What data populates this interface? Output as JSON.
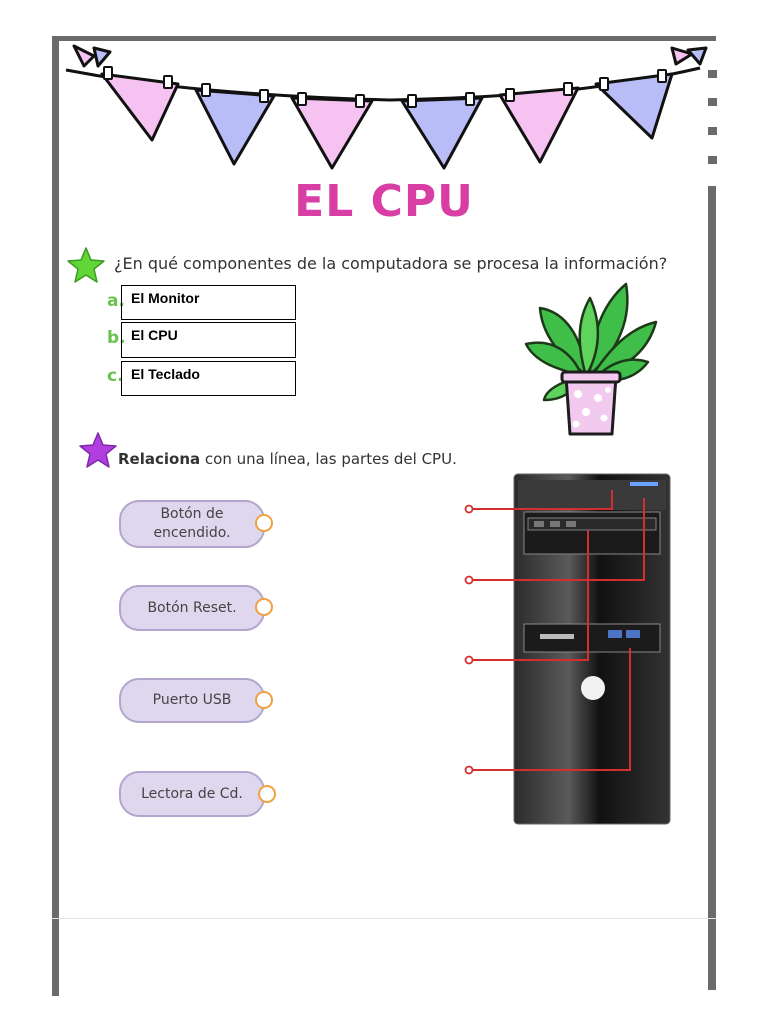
{
  "worksheet": {
    "title": "EL CPU",
    "question": "¿En qué componentes de la computadora se procesa la información?",
    "options": [
      {
        "letter": "a.",
        "text": "El Monitor"
      },
      {
        "letter": "b.",
        "text": "El CPU"
      },
      {
        "letter": "c.",
        "text": "El Teclado"
      }
    ],
    "instruction_bold": "Relaciona",
    "instruction_rest": " con una línea, las partes del CPU.",
    "parts": [
      {
        "line1": "Botón de",
        "line2": "encendido."
      },
      {
        "line1": "Botón Reset.",
        "line2": ""
      },
      {
        "line1": "Puerto USB",
        "line2": ""
      },
      {
        "line1": "Lectora de Cd.",
        "line2": ""
      }
    ]
  },
  "colors": {
    "title": "#d93ea5",
    "option_letter": "#69c34e",
    "star_green": "#63d637",
    "star_purple": "#b23ee0",
    "pennant_pink": "#f6c2f2",
    "pennant_blue": "#b8bdf7",
    "pill_fill": "#ded7ee",
    "ring": "#f0a142",
    "connector": "#d23030"
  },
  "icons": {
    "banner": "bunting-banner",
    "plant": "potted-plant",
    "cpu": "computer-tower"
  }
}
